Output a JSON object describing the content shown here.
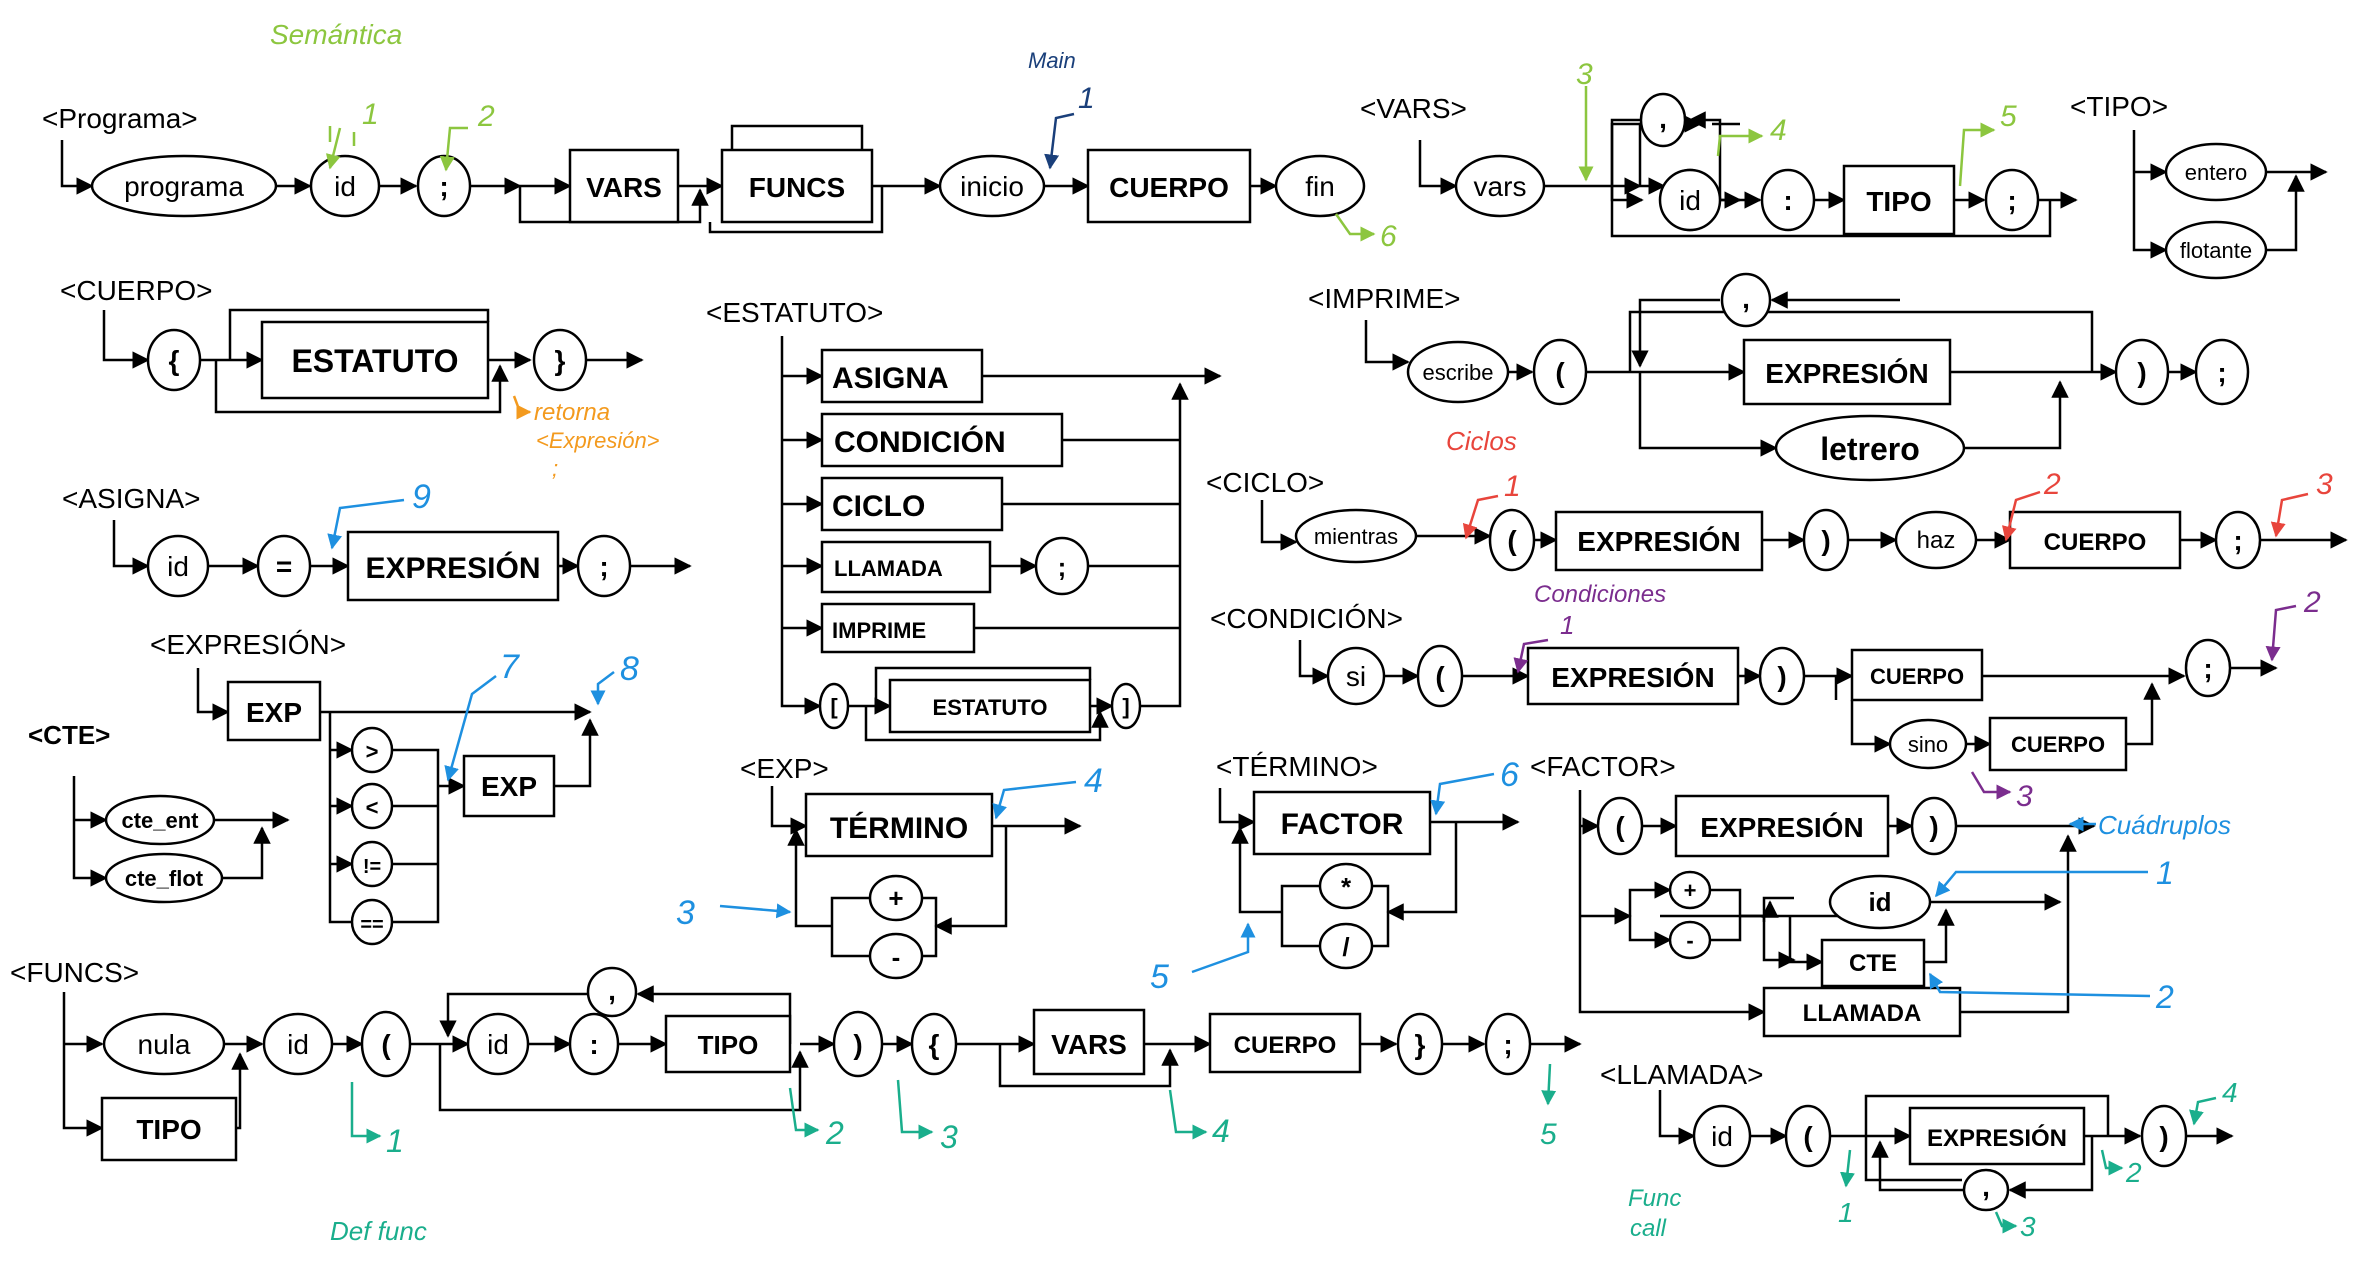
{
  "header_partial_text": "",
  "rules": {
    "programa": "<Programa>",
    "vars": "<VARS>",
    "tipo": "<TIPO>",
    "cuerpo": "<CUERPO>",
    "estatuto": "<ESTATUTO>",
    "imprime": "<IMPRIME>",
    "asigna": "<ASIGNA>",
    "ciclo": "<CICLO>",
    "expresion": "<EXPRESIÓN>",
    "condicion": "<CONDICIÓN>",
    "cte": "<CTE>",
    "exp": "<EXP>",
    "termino": "<TÉRMINO>",
    "factor": "<FACTOR>",
    "funcs": "<FUNCS>",
    "llamada": "<LLAMADA>"
  },
  "tokens": {
    "programa": "programa",
    "id": "id",
    "semicolon": ";",
    "comma": ",",
    "colon": ":",
    "inicio": "inicio",
    "fin": "fin",
    "vars": "vars",
    "entero": "entero",
    "flotante": "flotante",
    "lbrace": "{",
    "rbrace": "}",
    "lparen": "(",
    "rparen": ")",
    "equals": "=",
    "escribe": "escribe",
    "mientras": "mientras",
    "haz": "haz",
    "si": "si",
    "sino": "sino",
    "gt": ">",
    "lt": "<",
    "ne": "!=",
    "eq": "==",
    "plus": "+",
    "minus": "-",
    "times": "*",
    "div": "/",
    "cte_ent": "cte_ent",
    "cte_flot": "cte_flot",
    "nula": "nula",
    "lbracket": "[",
    "rbracket": "]"
  },
  "nonterminals": {
    "vars": "VARS",
    "funcs": "FUNCS",
    "cuerpo": "CUERPO",
    "tipo": "TIPO",
    "estatuto": "ESTATUTO",
    "asigna": "ASIGNA",
    "condicion": "CONDICIÓN",
    "ciclo": "CICLO",
    "llamada": "LLAMADA",
    "imprime": "IMPRIME",
    "expresion": "EXPRESIÓN",
    "exp": "EXP",
    "termino": "TÉRMINO",
    "factor": "FACTOR",
    "cte": "CTE",
    "letrero": "letrero"
  },
  "annotations": {
    "semantica": "Semántica",
    "main": "Main",
    "retorna": "retorna",
    "retorna_expr": "<Expresión>",
    "retorna_semi": ";",
    "ciclos": "Ciclos",
    "condiciones": "Condiciones",
    "cuadruplos": "Cuádruplos",
    "def_func": "Def func",
    "func_call": "Func",
    "func_call2": "call",
    "n1": "1",
    "n2": "2",
    "n3": "3",
    "n4": "4",
    "n5": "5",
    "n6": "6",
    "n7": "7",
    "n8": "8",
    "n9": "9"
  },
  "colors": {
    "green": "#8cc63f",
    "navy": "#1a3f7a",
    "orange": "#f39a1e",
    "blue": "#1e90e0",
    "red": "#e8453c",
    "purple": "#7b2d8e",
    "teal": "#1aae8c"
  }
}
